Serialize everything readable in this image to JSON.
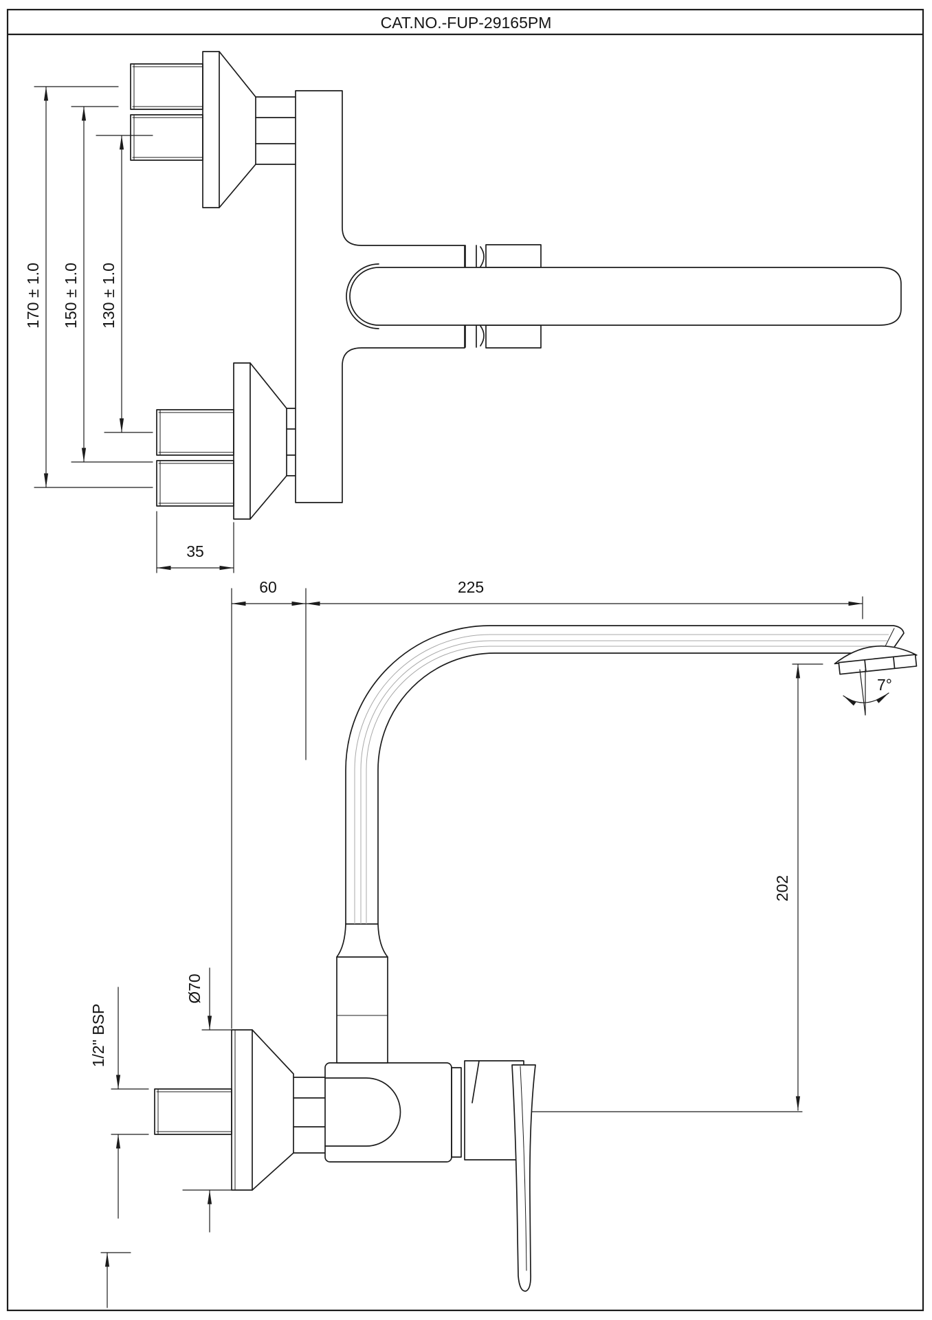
{
  "title_block": {
    "catalog_number": "CAT.NO.-FUP-29165PM"
  },
  "front_view": {
    "dim_inlet_distance_outer": "170 ± 1.0",
    "dim_inlet_distance_middle": "150 ± 1.0",
    "dim_inlet_distance_inner": "130 ± 1.0",
    "dim_inlet_exposed_length": "35"
  },
  "side_view": {
    "dim_wall_to_riser": "60",
    "dim_spout_reach": "225",
    "dim_outlet_height": "202",
    "dim_outlet_angle": "7°",
    "dim_flange_diameter": "Ø70",
    "dim_inlet_thread": "1/2\" BSP"
  },
  "colors": {
    "line": "#1c1c1c",
    "background": "#ffffff",
    "highlight_line": "#a8a8a8"
  }
}
